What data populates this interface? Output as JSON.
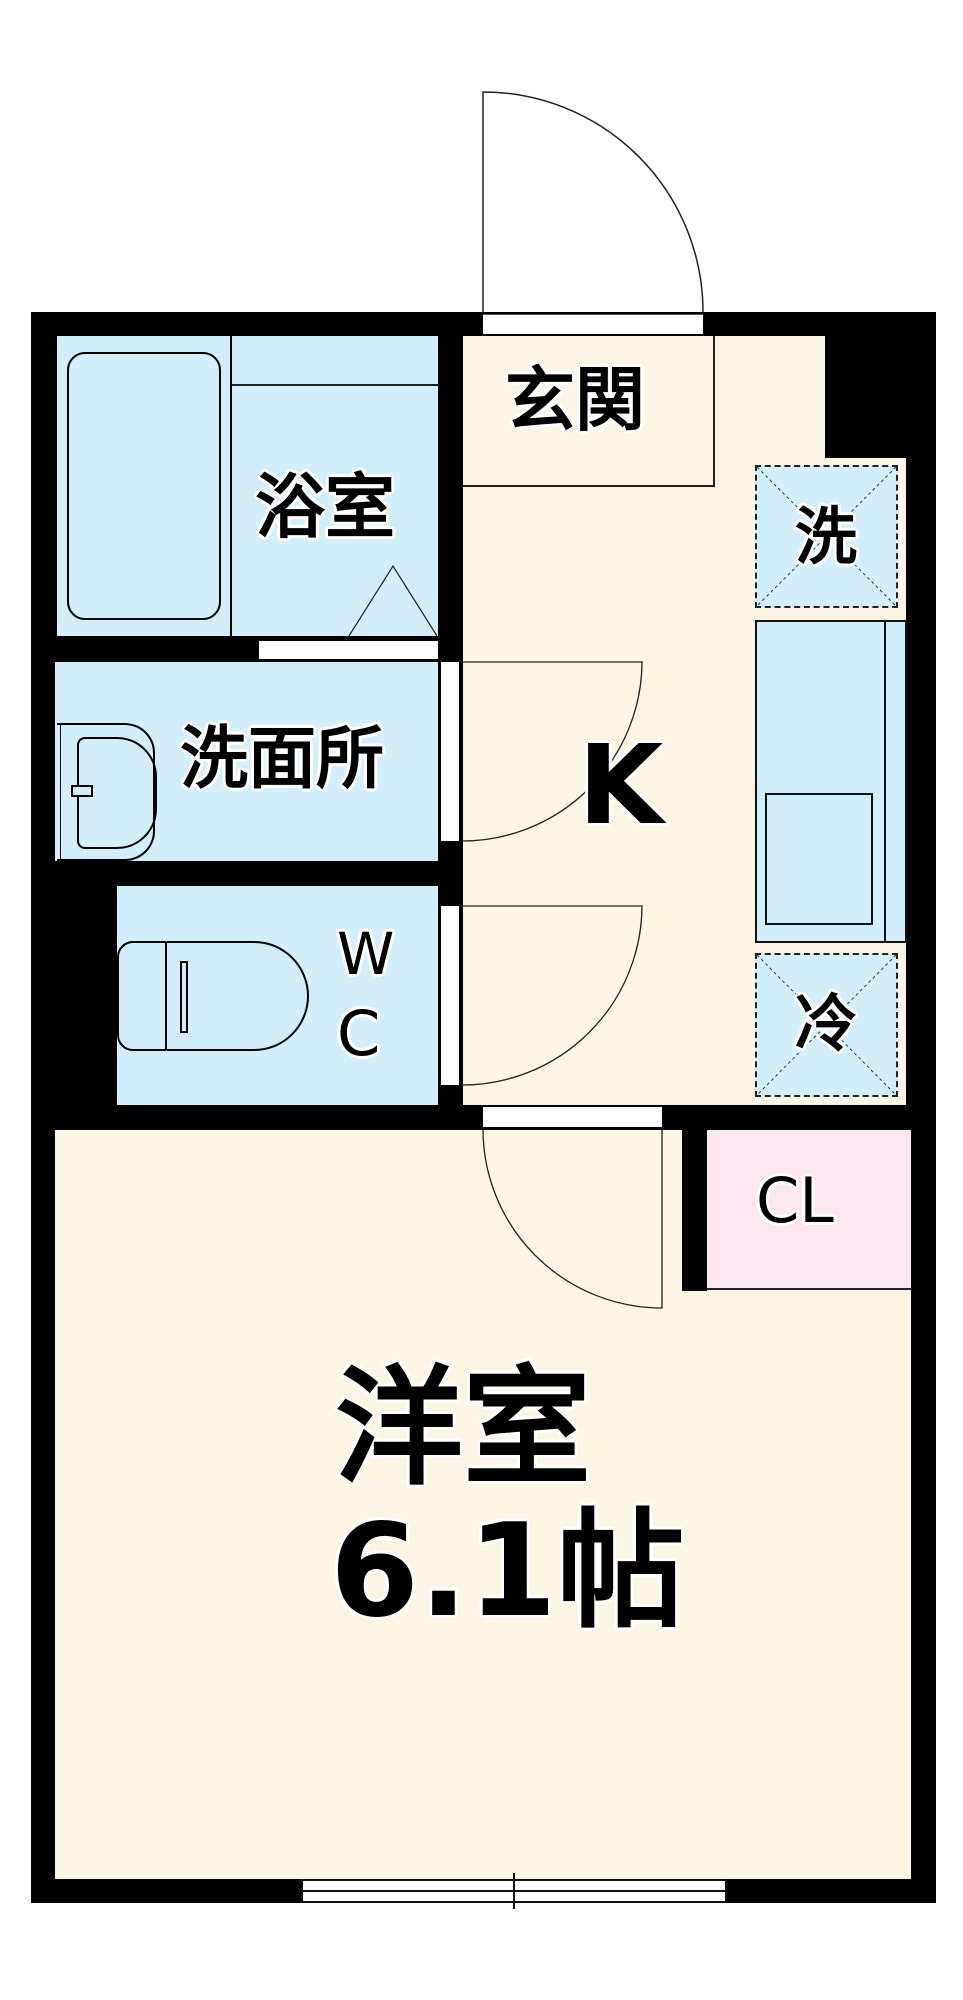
{
  "floorplan": {
    "rooms": {
      "entrance": {
        "label": "玄関"
      },
      "bathroom": {
        "label": "浴室"
      },
      "washroom": {
        "label": "洗面所"
      },
      "toilet": {
        "label_line1": "W",
        "label_line2": "C"
      },
      "kitchen": {
        "label": "K"
      },
      "washer_space": {
        "label": "洗"
      },
      "fridge_space": {
        "label": "冷"
      },
      "closet": {
        "label": "CL"
      },
      "western_room": {
        "label": "洋室",
        "size": "6.1帖"
      }
    },
    "colors": {
      "wall": "#000000",
      "floor": "#FDF5E3",
      "wet_area": "#D3EEFB",
      "closet": "#FCE6EF"
    }
  }
}
